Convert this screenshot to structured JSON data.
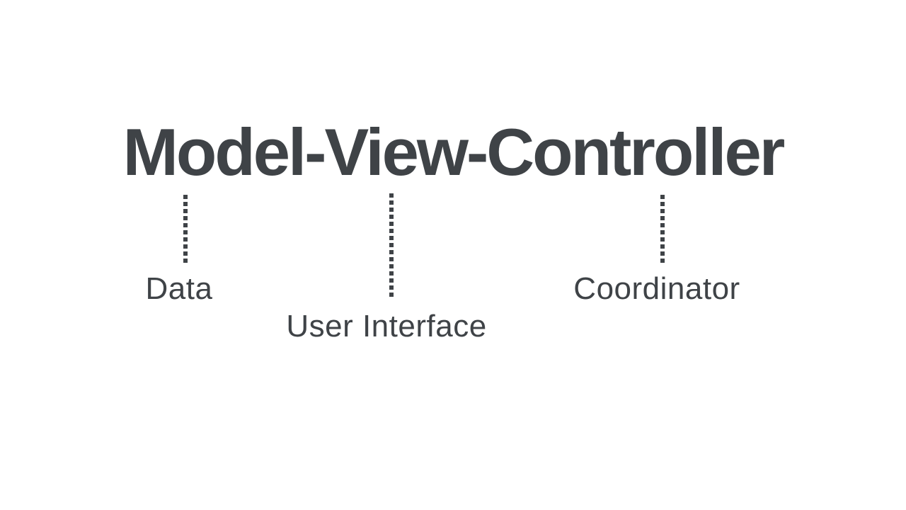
{
  "colors": {
    "background": "#ffffff",
    "text": "#3f4347",
    "connector": "#3f4347"
  },
  "diagram": {
    "title": "Model-View-Controller",
    "parts": [
      {
        "term": "Model",
        "annotation": "Data"
      },
      {
        "term": "View",
        "annotation": "User Interface"
      },
      {
        "term": "Controller",
        "annotation": "Coordinator"
      }
    ]
  }
}
